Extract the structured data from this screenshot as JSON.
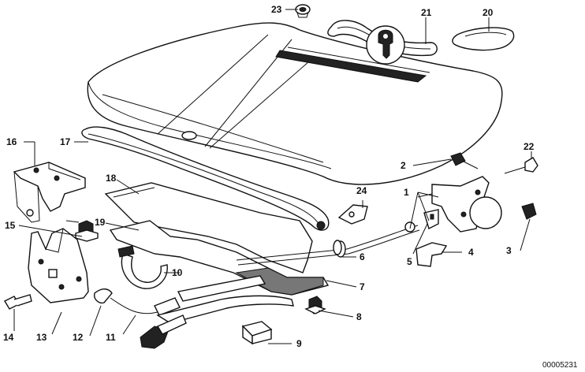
{
  "diagram_ref": "00005231",
  "callouts": {
    "c1": "1",
    "c2": "2",
    "c3": "3",
    "c4": "4",
    "c5": "5",
    "c6": "6",
    "c7": "7",
    "c8": "8",
    "c9": "9",
    "c10": "10",
    "c11": "11",
    "c12": "12",
    "c13": "13",
    "c14": "14",
    "c15": "15",
    "c16": "16",
    "c17": "17",
    "c18": "18",
    "c19": "19",
    "c20": "20",
    "c21": "21",
    "c22": "22",
    "c23": "23",
    "c24": "24"
  }
}
